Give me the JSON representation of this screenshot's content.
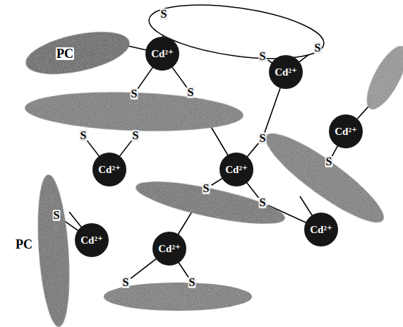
{
  "diagram": {
    "nodes": [
      {
        "text": [
          "Cd²⁺"
        ]
      },
      {
        "text": [
          "Cd²⁺"
        ]
      },
      {
        "text": [
          "Cd²⁺"
        ]
      },
      {
        "text": [
          "Cd²⁺"
        ]
      },
      {
        "text": [
          "Cd²⁺"
        ]
      },
      {
        "text": [
          "Cd²⁺"
        ]
      },
      {
        "text": [
          "Cd²⁺"
        ]
      },
      {
        "text": [
          "Cd²⁺"
        ]
      }
    ],
    "labels": [
      "PC",
      "PC",
      "S",
      "S",
      "S",
      "S",
      "S",
      "S",
      "S",
      "S",
      "S",
      "S",
      "S",
      "S",
      "S",
      "S"
    ]
  }
}
